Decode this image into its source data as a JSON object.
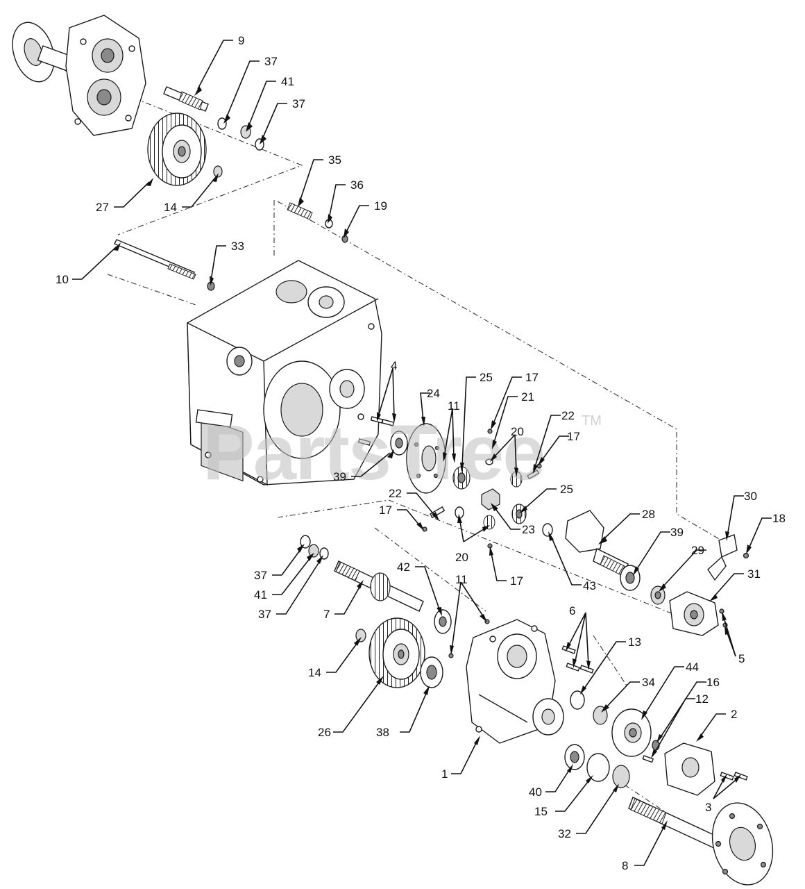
{
  "watermark": {
    "text": "PartsTree",
    "tm": "TM"
  },
  "callouts": [
    {
      "label": "9"
    },
    {
      "label": "37"
    },
    {
      "label": "41"
    },
    {
      "label": "37"
    },
    {
      "label": "27"
    },
    {
      "label": "14"
    },
    {
      "label": "35"
    },
    {
      "label": "36"
    },
    {
      "label": "19"
    },
    {
      "label": "10"
    },
    {
      "label": "33"
    },
    {
      "label": "4"
    },
    {
      "label": "25"
    },
    {
      "label": "17"
    },
    {
      "label": "21"
    },
    {
      "label": "24"
    },
    {
      "label": "11"
    },
    {
      "label": "20"
    },
    {
      "label": "22"
    },
    {
      "label": "17"
    },
    {
      "label": "39"
    },
    {
      "label": "22"
    },
    {
      "label": "25"
    },
    {
      "label": "17"
    },
    {
      "label": "20"
    },
    {
      "label": "23"
    },
    {
      "label": "17"
    },
    {
      "label": "28"
    },
    {
      "label": "39"
    },
    {
      "label": "30"
    },
    {
      "label": "18"
    },
    {
      "label": "43"
    },
    {
      "label": "29"
    },
    {
      "label": "31"
    },
    {
      "label": "37"
    },
    {
      "label": "41"
    },
    {
      "label": "37"
    },
    {
      "label": "7"
    },
    {
      "label": "42"
    },
    {
      "label": "11"
    },
    {
      "label": "6"
    },
    {
      "label": "5"
    },
    {
      "label": "13"
    },
    {
      "label": "14"
    },
    {
      "label": "34"
    },
    {
      "label": "44"
    },
    {
      "label": "16"
    },
    {
      "label": "12"
    },
    {
      "label": "2"
    },
    {
      "label": "26"
    },
    {
      "label": "38"
    },
    {
      "label": "1"
    },
    {
      "label": "40"
    },
    {
      "label": "15"
    },
    {
      "label": "3"
    },
    {
      "label": "32"
    },
    {
      "label": "8"
    }
  ]
}
